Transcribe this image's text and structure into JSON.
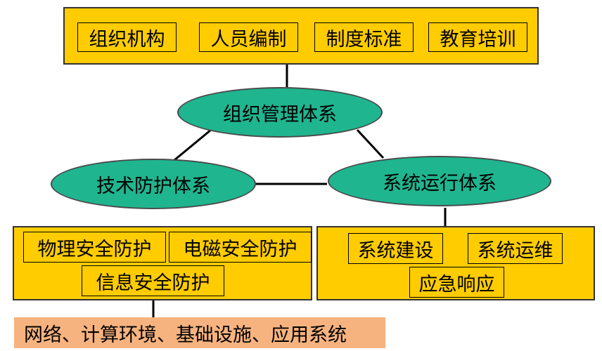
{
  "top_items": [
    "组织机构",
    "人员编制",
    "制度标准",
    "教育培训"
  ],
  "center_node": "组织管理体系",
  "left_node": "技术防护体系",
  "right_node": "系统运行体系",
  "left_items": [
    "物理安全防护",
    "电磁安全防护",
    "信息安全防护"
  ],
  "right_items": [
    "系统建设",
    "系统运维",
    "应急响应"
  ],
  "footer": "网络、计算环境、基础设施、应用系统",
  "colors": {
    "panel": "#ffcc00",
    "ellipse": "#1fb58f",
    "footer": "#f7b37f"
  }
}
